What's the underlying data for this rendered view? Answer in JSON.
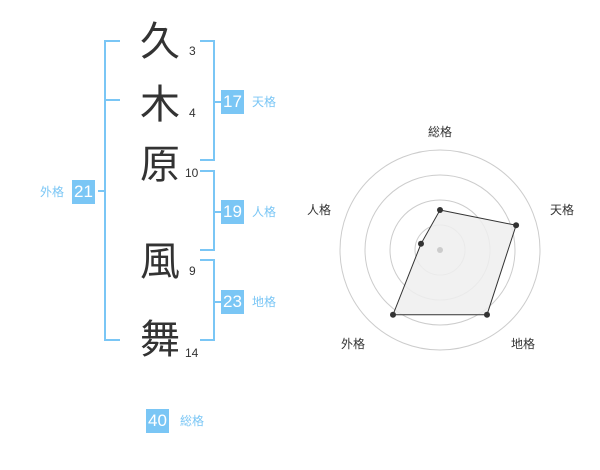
{
  "name": {
    "characters": [
      {
        "char": "久",
        "strokes": "3"
      },
      {
        "char": "木",
        "strokes": "4"
      },
      {
        "char": "原",
        "strokes": "10"
      },
      {
        "char": "風",
        "strokes": "9"
      },
      {
        "char": "舞",
        "strokes": "14"
      }
    ]
  },
  "kakusu": {
    "tenkaku": {
      "label": "天格",
      "value": "17"
    },
    "jinkaku": {
      "label": "人格",
      "value": "19"
    },
    "chikaku": {
      "label": "地格",
      "value": "23"
    },
    "gaikaku": {
      "label": "外格",
      "value": "21"
    },
    "soukaku": {
      "label": "総格",
      "value": "40"
    }
  },
  "colors": {
    "accent": "#7ac6f5",
    "text": "#333333",
    "grid": "#cccccc",
    "fill": "#eeeeee",
    "point": "#333333"
  },
  "chart_data": {
    "type": "radar",
    "axes": [
      "総格",
      "天格",
      "地格",
      "外格",
      "人格"
    ],
    "values": [
      2,
      4,
      4,
      4,
      1
    ],
    "rmax": 5,
    "rings": 4
  }
}
